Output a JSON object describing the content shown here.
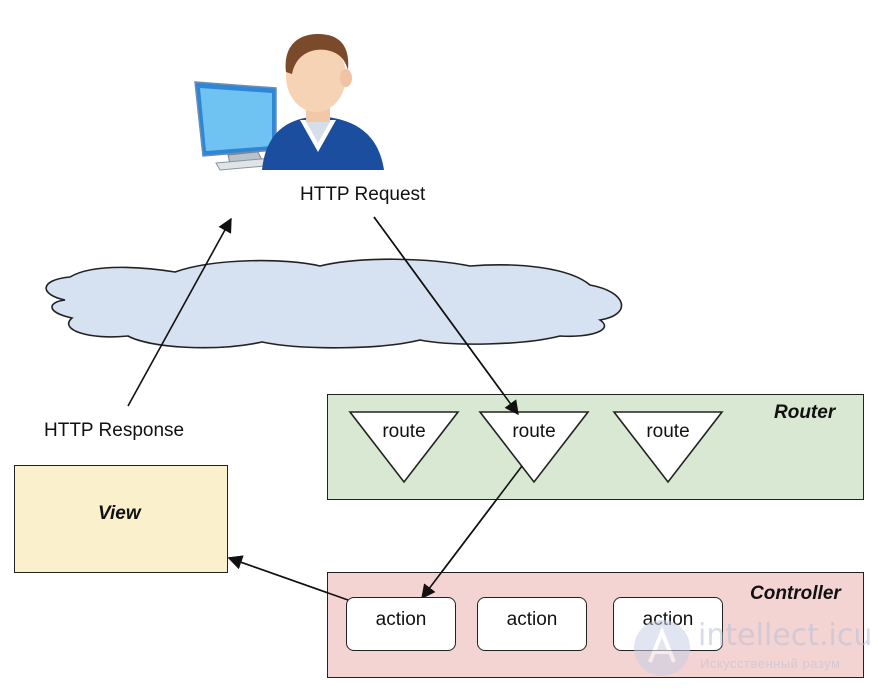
{
  "labels": {
    "http_request": "HTTP Request",
    "http_response": "HTTP Response"
  },
  "router": {
    "title": "Router",
    "routes": [
      "route",
      "route",
      "route"
    ]
  },
  "controller": {
    "title": "Controller",
    "actions": [
      "action",
      "action",
      "action"
    ]
  },
  "view": {
    "title": "View"
  },
  "watermark": {
    "brand": "intellect.icu",
    "tagline": "Искусственный разум"
  },
  "colors": {
    "router_fill": "#d8e8d2",
    "controller_fill": "#f3d4d3",
    "view_fill": "#fbf0cc",
    "cloud_fill": "#d6e2f2",
    "arrow": "#111111"
  }
}
